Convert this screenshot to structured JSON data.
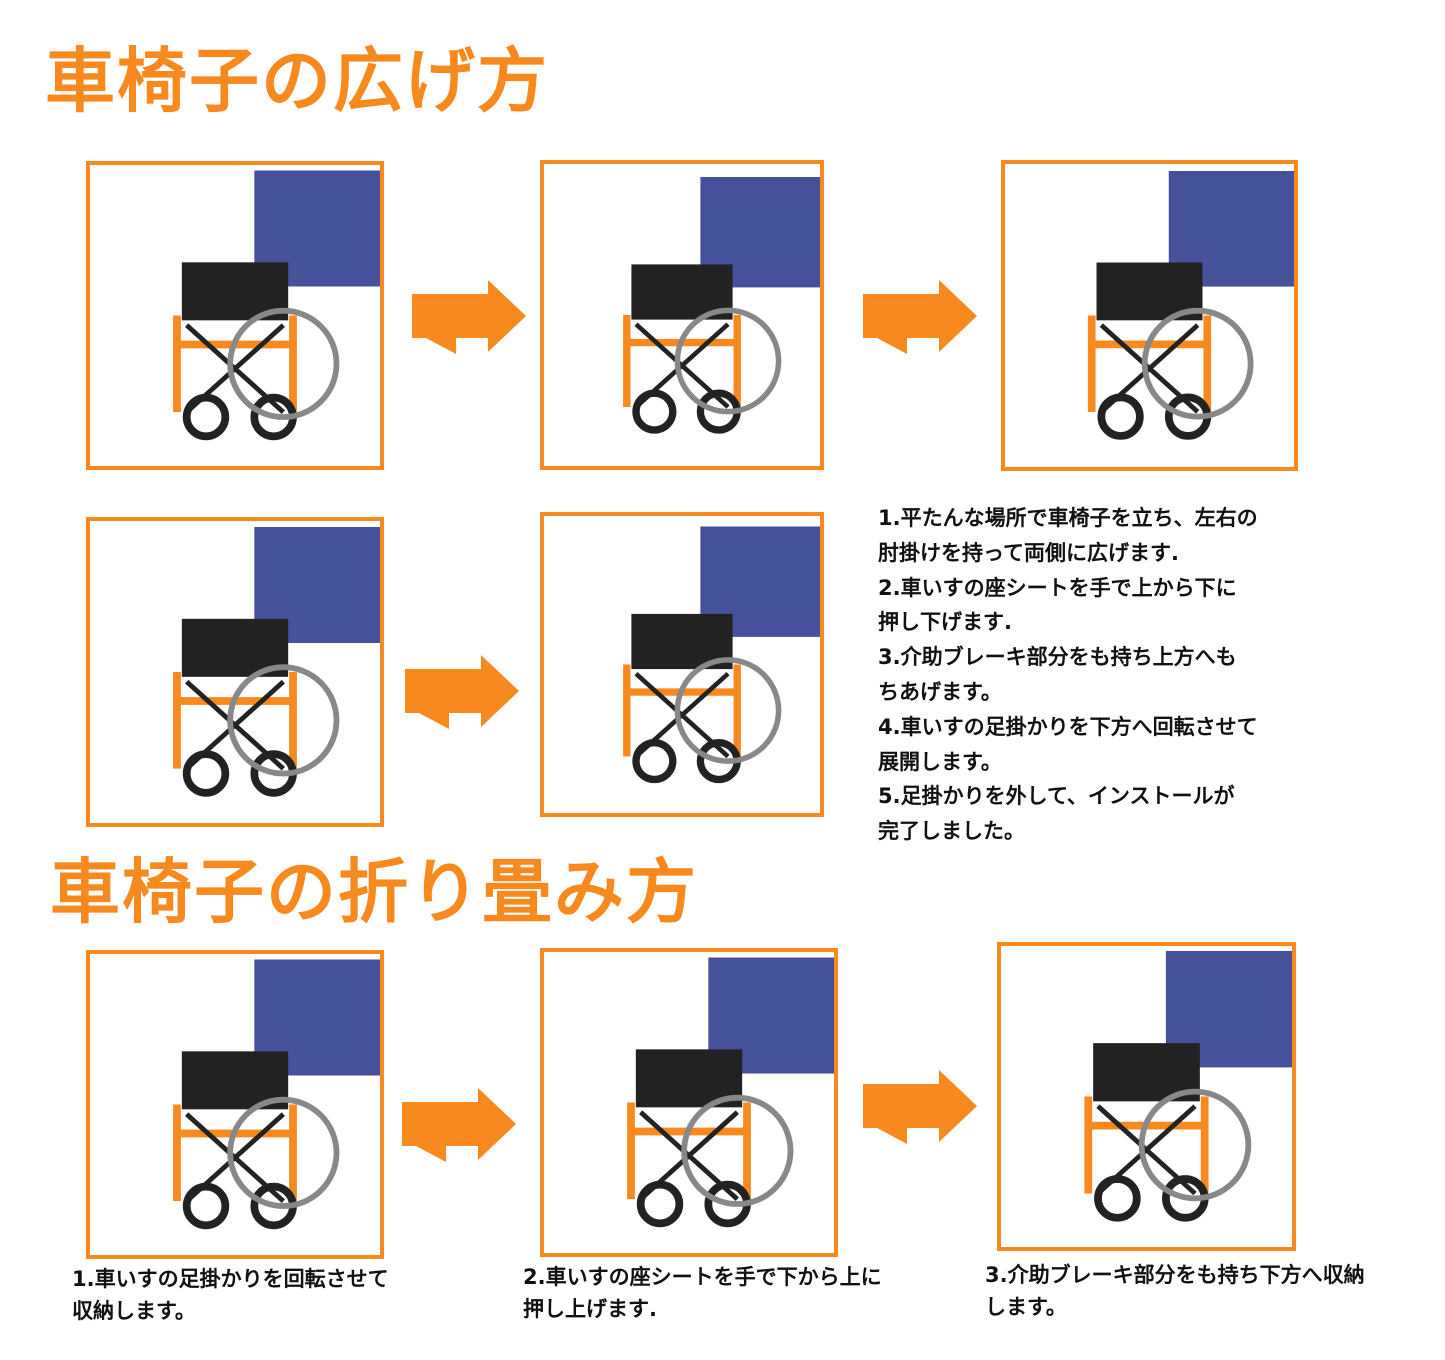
{
  "unfold": {
    "title": "車椅子の広げ方",
    "steps": [
      "1.平たんな場所で車椅子を立ち、左右の",
      "肘掛けを持って両側に広げます.",
      "2.車いすの座シートを手で上から下に",
      "押し下げます.",
      "3.介助ブレーキ部分をも持ち上方へも",
      "ちあげます。",
      "4.車いすの足掛かりを下方へ回転させて",
      "展開します。",
      "5.足掛かりを外して、インストールが",
      "完了しました。"
    ]
  },
  "fold": {
    "title": "車椅子の折り畳み方",
    "captions": [
      [
        "1.車いすの足掛かりを回転させて",
        "収納します。"
      ],
      [
        "2.車いすの座シートを手で下から上に",
        "押し上げます."
      ],
      [
        "3.介助ブレーキ部分をも持ち下方へ収納",
        "します。"
      ]
    ]
  },
  "colors": {
    "accent": "#f7891f",
    "text": "#111111"
  }
}
